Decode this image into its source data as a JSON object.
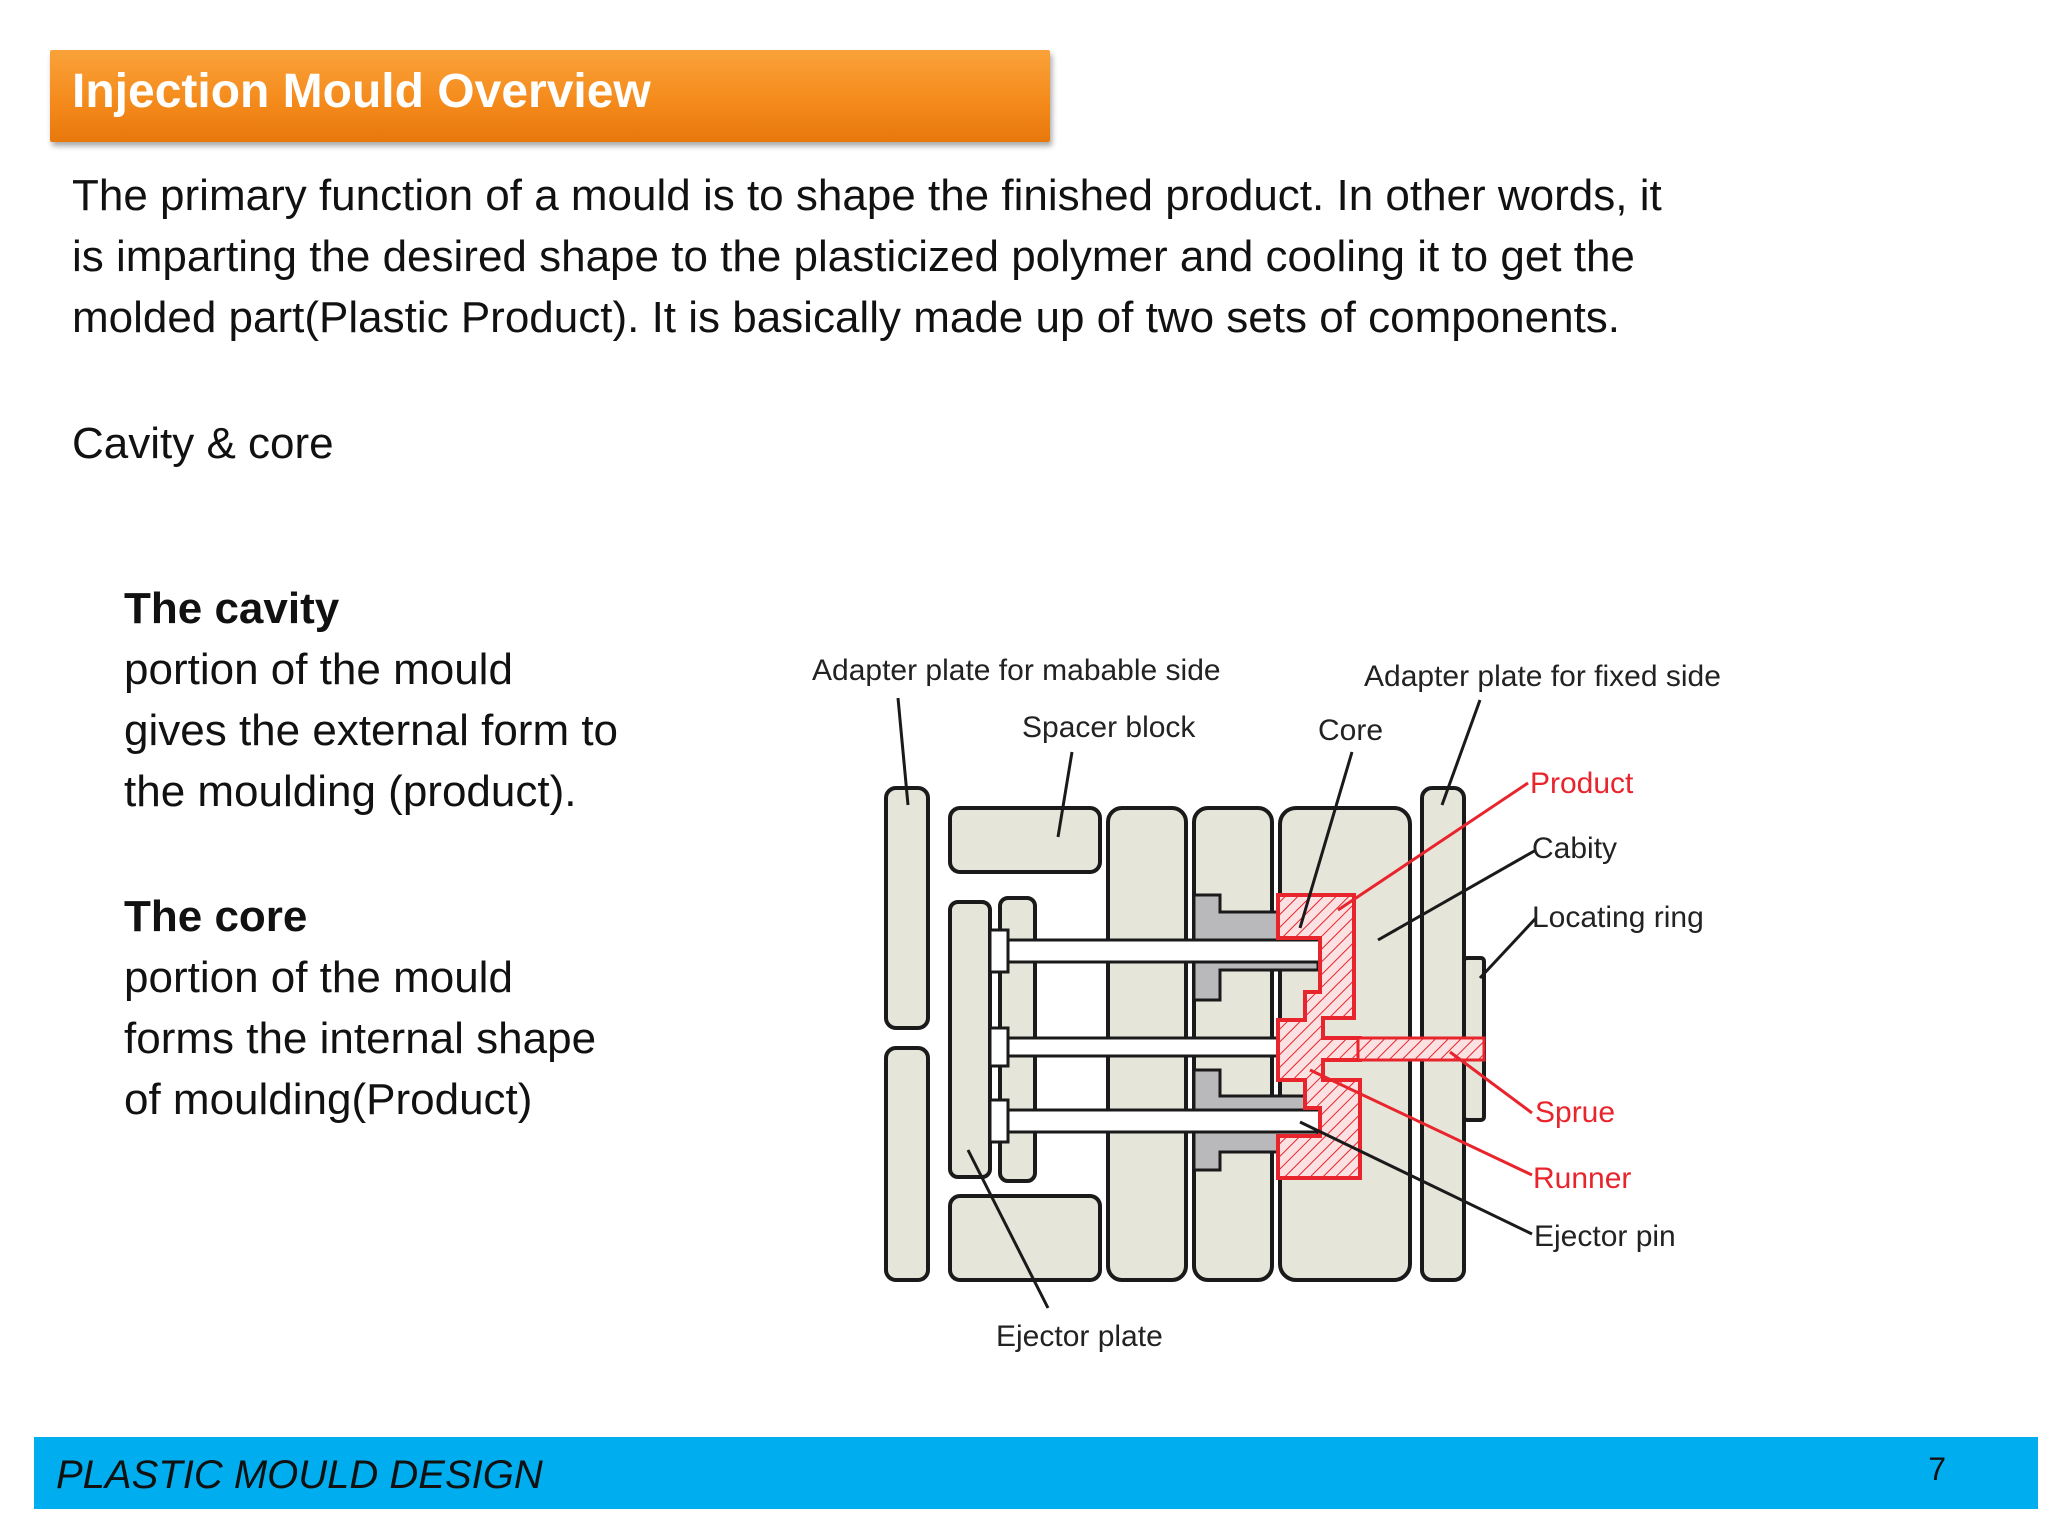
{
  "slide": {
    "title": "Injection Mould Overview",
    "intro_lines": "The primary function of a mould is to shape the finished product. In other words, it\nis imparting the desired shape to the plasticized polymer and cooling it to get the\nmolded part(Plastic Product). It is basically made up of two sets of components.",
    "subheading": "Cavity & core"
  },
  "definitions": {
    "cavity": {
      "term": "The cavity",
      "text": "portion of the mould\ngives the external form to\nthe moulding (product)."
    },
    "core": {
      "term": "The core",
      "text": "portion of the mould\nforms the internal shape\nof moulding(Product)"
    }
  },
  "diagram": {
    "labels": {
      "adapter_movable": "Adapter plate for mabable side",
      "adapter_fixed": "Adapter plate for fixed side",
      "spacer_block": "Spacer block",
      "core": "Core",
      "product": "Product",
      "cabity": "Cabity",
      "locating_ring": "Locating ring",
      "sprue": "Sprue",
      "runner": "Runner",
      "ejector_pin": "Ejector pin",
      "ejector_plate": "Ejector plate"
    },
    "colors": {
      "plate_fill": "#e6e5da",
      "outline": "#1a1a1a",
      "highlight": "#e8242c",
      "pin_gray": "#b9b9bb"
    }
  },
  "footer": {
    "title": "PLASTIC MOULD DESIGN",
    "page_number": "7"
  }
}
